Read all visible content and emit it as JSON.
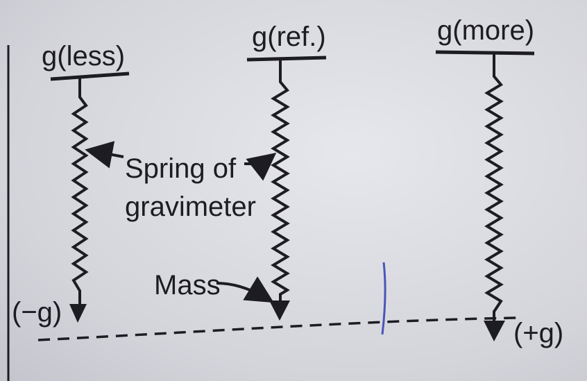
{
  "diagram": {
    "labels": {
      "g_less": "g(less)",
      "g_ref": "g(ref.)",
      "g_more": "g(more)",
      "spring_line1": "Spring of",
      "spring_line2": "gravimeter",
      "mass": "Mass",
      "minus_g": "(−g)",
      "plus_g": "(+g)"
    },
    "springs": [
      {
        "name": "g(less)",
        "relative_extension": "short"
      },
      {
        "name": "g(ref.)",
        "relative_extension": "reference"
      },
      {
        "name": "g(more)",
        "relative_extension": "long"
      }
    ],
    "colors": {
      "ink": "#1c1c22",
      "pen_mark": "#4a55b8"
    }
  }
}
